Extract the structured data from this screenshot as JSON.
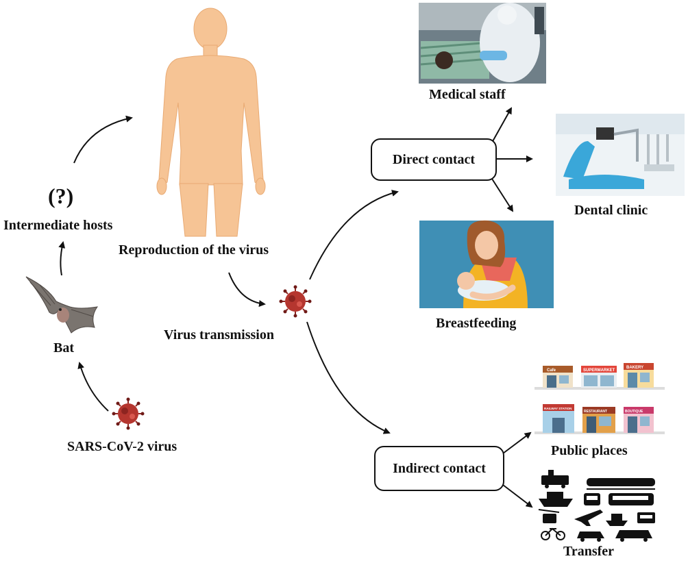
{
  "labels": {
    "question": "(?)",
    "intermediate_hosts": "Intermediate hosts",
    "reproduction": "Reproduction of the virus",
    "bat": "Bat",
    "virus_transmission": "Virus transmission",
    "sars_cov_2": "SARS-CoV-2 virus",
    "medical_staff": "Medical staff",
    "dental_clinic": "Dental clinic",
    "breastfeeding": "Breastfeeding",
    "public_places": "Public places",
    "transfer": "Transfer"
  },
  "boxes": {
    "direct_contact": "Direct contact",
    "indirect_contact": "Indirect contact"
  },
  "signs": {
    "cafe": "Cafe",
    "supermarket": "SUPERMARKET",
    "bakery": "BAKERY",
    "railway": "RAILWAY STATION",
    "restaurant": "RESTAURANT",
    "boutique": "BOUTIQUE"
  },
  "colors": {
    "skin": "#f6c495",
    "virus": "#b5362f",
    "breastfeeding_bg": "#3f8fb5",
    "clinic_chair": "#3aa7d9"
  }
}
